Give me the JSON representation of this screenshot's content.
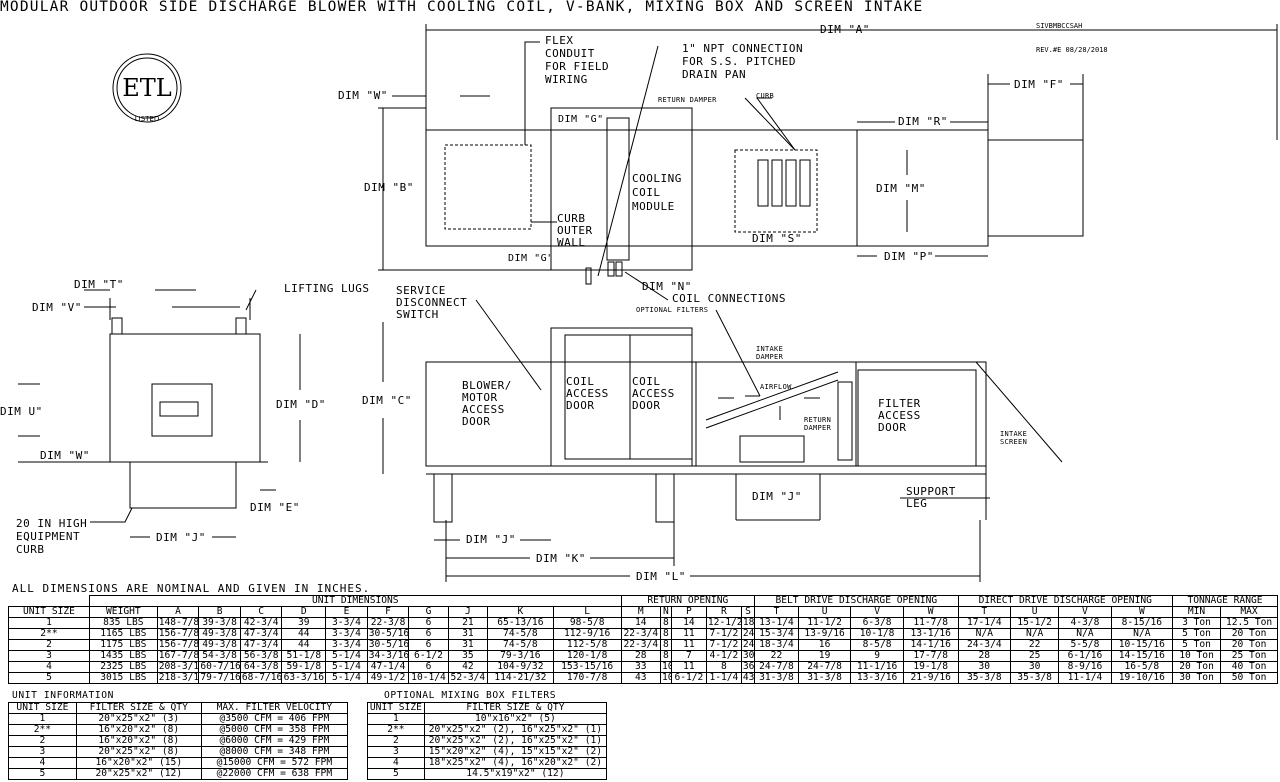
{
  "title": "MODULAR OUTDOOR SIDE DISCHARGE BLOWER WITH COOLING COIL, V-BANK, MIXING BOX AND SCREEN INTAKE",
  "revision": {
    "code": "SIVBMBCCSAH",
    "rev": "REV.#E 08/28/2018"
  },
  "logo": {
    "text": "ETL",
    "sub": "LISTED"
  },
  "top_view": {
    "dim_a": "DIM \"A\"",
    "dim_b": "DIM \"B\"",
    "dim_f": "DIM \"F\"",
    "dim_g_top": "DIM \"G\"",
    "dim_g_bottom": "DIM \"G\"",
    "dim_m": "DIM \"M\"",
    "dim_n": "DIM \"N\"",
    "dim_p": "DIM \"P\"",
    "dim_r": "DIM \"R\"",
    "dim_s": "DIM \"S\"",
    "dim_w": "DIM \"W\"",
    "flex_conduit": "FLEX\nCONDUIT\nFOR FIELD\nWIRING",
    "npt_connection": "1\" NPT CONNECTION\nFOR S.S. PITCHED\nDRAIN PAN",
    "return_damper": "RETURN DAMPER",
    "curb": "CURB",
    "cooling_coil_module": "COOLING\nCOIL\nMODULE",
    "curb_outer_wall": "CURB\nOUTER\nWALL",
    "coil_connections": "COIL CONNECTIONS"
  },
  "end_view": {
    "dim_t": "DIM \"T\"",
    "dim_v": "DIM \"V\"",
    "dim_u": "DIM U\"",
    "dim_w": "DIM \"W\"",
    "dim_d": "DIM \"D\"",
    "dim_e": "DIM \"E\"",
    "dim_j": "DIM \"J\"",
    "lifting_lugs": "LIFTING LUGS",
    "equipment_curb": "20 IN HIGH\nEQUIPMENT\nCURB"
  },
  "side_view": {
    "service_disconnect": "SERVICE\nDISCONNECT\nSWITCH",
    "optional_filters": "OPTIONAL FILTERS",
    "dim_c": "DIM \"C\"",
    "blower_door": "BLOWER/\nMOTOR\nACCESS\nDOOR",
    "coil_door_1": "COIL\nACCESS\nDOOR",
    "coil_door_2": "COIL\nACCESS\nDOOR",
    "intake_damper": "INTAKE\nDAMPER",
    "airflow": "AIRFLOW",
    "return_damper": "RETURN\nDAMPER",
    "filter_door": "FILTER\nACCESS\nDOOR",
    "intake_screen": "INTAKE\nSCREEN",
    "support_leg": "SUPPORT\nLEG",
    "dim_j_1": "DIM \"J\"",
    "dim_j_2": "DIM \"J\"",
    "dim_k": "DIM \"K\"",
    "dim_l": "DIM \"L\""
  },
  "note": "ALL DIMENSIONS ARE NOMINAL AND GIVEN IN INCHES.",
  "main_table": {
    "group_headers": {
      "unit_dimensions": "UNIT DIMENSIONS",
      "return_opening": "RETURN OPENING",
      "belt_drive": "BELT DRIVE DISCHARGE OPENING",
      "direct_drive": "DIRECT DRIVE DISCHARGE OPENING",
      "tonnage_range": "TONNAGE RANGE"
    },
    "columns": [
      "UNIT SIZE",
      "WEIGHT",
      "A",
      "B",
      "C",
      "D",
      "E",
      "F",
      "G",
      "J",
      "K",
      "L",
      "M",
      "N",
      "P",
      "R",
      "S",
      "T",
      "U",
      "V",
      "W",
      "T",
      "U",
      "V",
      "W",
      "MIN",
      "MAX"
    ],
    "rows": [
      [
        "1",
        "835 LBS",
        "148-7/8",
        "39-3/8",
        "42-3/4",
        "39",
        "3-3/4",
        "22-3/8",
        "6",
        "21",
        "65-13/16",
        "98-5/8",
        "14",
        "8",
        "14",
        "12-1/2",
        "18",
        "13-1/4",
        "11-1/2",
        "6-3/8",
        "11-7/8",
        "17-1/4",
        "15-1/2",
        "4-3/8",
        "8-15/16",
        "3 Ton",
        "12.5 Ton"
      ],
      [
        "2**",
        "1165 LBS",
        "156-7/8",
        "49-3/8",
        "47-3/4",
        "44",
        "3-3/4",
        "30-5/16",
        "6",
        "31",
        "74-5/8",
        "112-9/16",
        "22-3/4",
        "8",
        "11",
        "7-1/2",
        "24",
        "15-3/4",
        "13-9/16",
        "10-1/8",
        "13-1/16",
        "N/A",
        "N/A",
        "N/A",
        "N/A",
        "5 Ton",
        "20 Ton"
      ],
      [
        "2",
        "1175 LBS",
        "156-7/8",
        "49-3/8",
        "47-3/4",
        "44",
        "3-3/4",
        "30-5/16",
        "6",
        "31",
        "74-5/8",
        "112-5/8",
        "22-3/4",
        "8",
        "11",
        "7-1/2",
        "24",
        "18-3/4",
        "16",
        "8-5/8",
        "14-1/16",
        "24-3/4",
        "22",
        "5-5/8",
        "10-15/16",
        "5 Ton",
        "20 Ton"
      ],
      [
        "3",
        "1435 LBS",
        "167-7/8",
        "54-3/8",
        "56-3/8",
        "51-1/8",
        "5-1/4",
        "34-3/16",
        "6-1/2",
        "35",
        "79-3/16",
        "120-1/8",
        "28",
        "8",
        "7",
        "4-1/2",
        "30",
        "22",
        "19",
        "9",
        "17-7/8",
        "28",
        "25",
        "6-1/16",
        "14-15/16",
        "10 Ton",
        "25 Ton"
      ],
      [
        "4",
        "2325 LBS",
        "208-3/16",
        "60-7/16",
        "64-3/8",
        "59-1/8",
        "5-1/4",
        "47-1/4",
        "6",
        "42",
        "104-9/32",
        "153-15/16",
        "33",
        "10",
        "11",
        "8",
        "36",
        "24-7/8",
        "24-7/8",
        "11-1/16",
        "19-1/8",
        "30",
        "30",
        "8-9/16",
        "16-5/8",
        "20 Ton",
        "40 Ton"
      ],
      [
        "5",
        "3015 LBS",
        "218-3/16",
        "79-7/16",
        "68-7/16",
        "63-3/16",
        "5-1/4",
        "49-1/2",
        "10-1/4",
        "52-3/4",
        "114-21/32",
        "170-7/8",
        "43",
        "10",
        "6-1/2",
        "1-1/4",
        "43",
        "31-3/8",
        "31-3/8",
        "13-3/16",
        "21-9/16",
        "35-3/8",
        "35-3/8",
        "11-1/4",
        "19-10/16",
        "30 Ton",
        "50 Ton"
      ]
    ]
  },
  "unit_info": {
    "title": "UNIT INFORMATION",
    "columns": [
      "UNIT SIZE",
      "FILTER SIZE & QTY",
      "MAX. FILTER VELOCITY"
    ],
    "rows": [
      [
        "1",
        "20\"x25\"x2\" (3)",
        "@3500 CFM = 406 FPM"
      ],
      [
        "2**",
        "16\"x20\"x2\" (8)",
        "@5000 CFM = 358 FPM"
      ],
      [
        "2",
        "16\"x20\"x2\" (8)",
        "@6000 CFM = 429 FPM"
      ],
      [
        "3",
        "20\"x25\"x2\" (8)",
        "@8000 CFM = 348 FPM"
      ],
      [
        "4",
        "16\"x20\"x2\" (15)",
        "@15000 CFM = 572 FPM"
      ],
      [
        "5",
        "20\"x25\"x2\" (12)",
        "@22000 CFM = 638 FPM"
      ]
    ]
  },
  "mixing_filters": {
    "title": "OPTIONAL MIXING BOX FILTERS",
    "columns": [
      "UNIT SIZE",
      "FILTER SIZE & QTY"
    ],
    "rows": [
      [
        "1",
        "10\"x16\"x2\" (5)"
      ],
      [
        "2**",
        "20\"x25\"x2\" (2), 16\"x25\"x2\" (1)"
      ],
      [
        "2",
        "20\"x25\"x2\" (2), 16\"x25\"x2\" (1)"
      ],
      [
        "3",
        "15\"x20\"x2\" (4), 15\"x15\"x2\" (2)"
      ],
      [
        "4",
        "18\"x25\"x2\" (4), 16\"x20\"x2\" (2)"
      ],
      [
        "5",
        "14.5\"x19\"x2\" (12)"
      ]
    ]
  }
}
